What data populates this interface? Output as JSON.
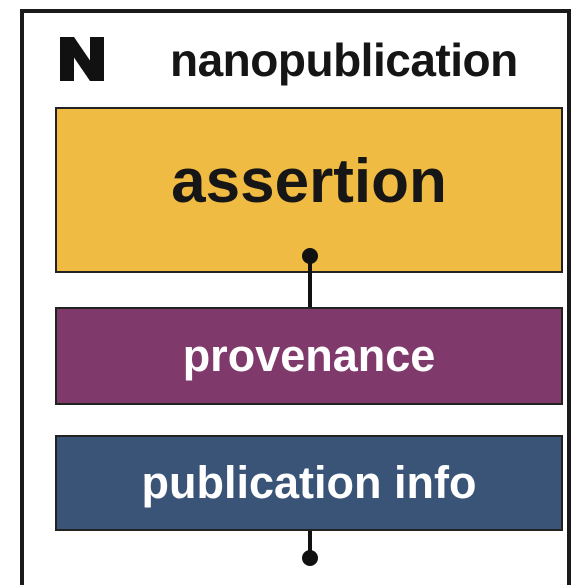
{
  "title": "nanopublication",
  "logo_icon": "nanopub-n-logo-icon",
  "blocks": {
    "assertion": {
      "label": "assertion",
      "color": "#f0bb42"
    },
    "provenance": {
      "label": "provenance",
      "color": "#7f3a6b"
    },
    "pubinfo": {
      "label": "publication info",
      "color": "#3a5478"
    }
  }
}
